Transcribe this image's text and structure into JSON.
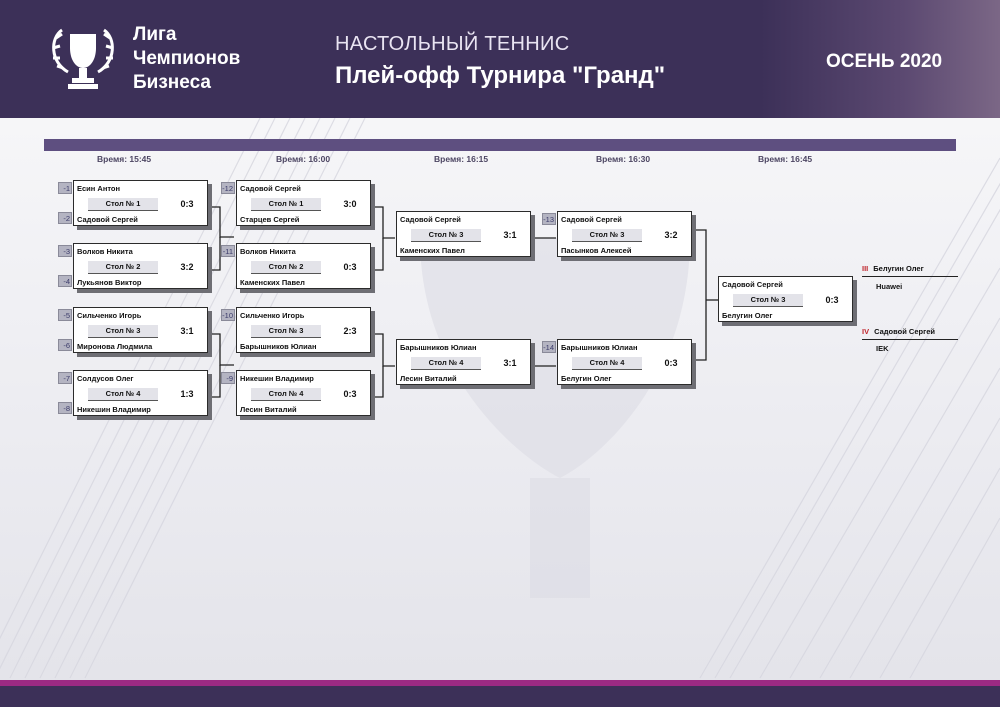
{
  "brand": {
    "line1": "Лига",
    "line2": "Чемпионов",
    "line3": "Бизнеса"
  },
  "header": {
    "sport": "НАСТОЛЬНЫЙ ТЕННИС",
    "tournament": "Плей-офф Турнира \"Гранд\"",
    "season": "ОСЕНЬ 2020"
  },
  "colors": {
    "header_bg": "#3c3058",
    "stripe": "#5e4f80",
    "accent": "#9b2a83",
    "place_number": "#c0262d"
  },
  "times": [
    "Время: 15:45",
    "Время: 16:00",
    "Время: 16:15",
    "Время: 16:30",
    "Время: 16:45"
  ],
  "matches": [
    {
      "seed_top": "-1",
      "seed_bot": "-2",
      "p1": "Есин Антон",
      "p2": "Садовой Сергей",
      "table": "Стол № 1",
      "score": "0:3"
    },
    {
      "seed_top": "-3",
      "seed_bot": "-4",
      "p1": "Волков Никита",
      "p2": "Лукьянов Виктор",
      "table": "Стол № 2",
      "score": "3:2"
    },
    {
      "seed_top": "-5",
      "seed_bot": "-6",
      "p1": "Сильченко Игорь",
      "p2": "Миронова Людмила",
      "table": "Стол № 3",
      "score": "3:1"
    },
    {
      "seed_top": "-7",
      "seed_bot": "-8",
      "p1": "Солдусов Олег",
      "p2": "Никешин Владимир",
      "table": "Стол № 4",
      "score": "1:3"
    },
    {
      "seed_top": "-12",
      "p1": "Садовой Сергей",
      "p2": "Старцев Сергей",
      "table": "Стол № 1",
      "score": "3:0"
    },
    {
      "seed_top": "-11",
      "p1": "Волков Никита",
      "p2": "Каменских Павел",
      "table": "Стол № 2",
      "score": "0:3"
    },
    {
      "seed_top": "-10",
      "p1": "Сильченко Игорь",
      "p2": "Барышников Юлиан",
      "table": "Стол № 3",
      "score": "2:3"
    },
    {
      "seed_top": "-9",
      "p1": "Никешин Владимир",
      "p2": "Лесин Виталий",
      "table": "Стол № 4",
      "score": "0:3"
    },
    {
      "p1": "Садовой Сергей",
      "p2": "Каменских Павел",
      "table": "Стол № 3",
      "score": "3:1"
    },
    {
      "p1": "Барышников Юлиан",
      "p2": "Лесин Виталий",
      "table": "Стол № 4",
      "score": "3:1"
    },
    {
      "seed_top": "-13",
      "p1": "Садовой Сергей",
      "p2": "Пасынков Алексей",
      "table": "Стол № 3",
      "score": "3:2"
    },
    {
      "seed_top": "-14",
      "p1": "Барышников Юлиан",
      "p2": "Белугин Олег",
      "table": "Стол № 4",
      "score": "0:3"
    },
    {
      "p1": "Садовой Сергей",
      "p2": "Белугин Олег",
      "table": "Стол № 3",
      "score": "0:3"
    }
  ],
  "places": [
    {
      "number": "III",
      "name": "Белугин Олег",
      "company": "Huawei"
    },
    {
      "number": "IV",
      "name": "Садовой Сергей",
      "company": "IEK"
    }
  ]
}
